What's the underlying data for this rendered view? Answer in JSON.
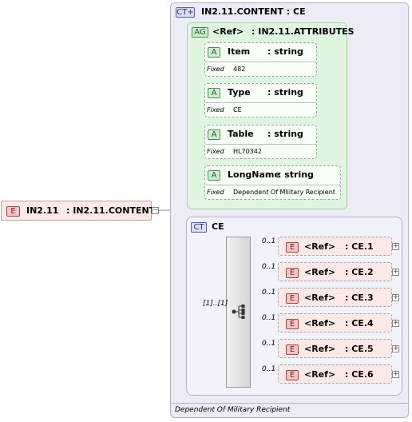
{
  "root": {
    "badge": "E",
    "name": "IN2.11",
    "type": ": IN2.11.CONTENT"
  },
  "complex_type": {
    "badge": "CT",
    "title": "IN2.11.CONTENT : CE",
    "annotation": "Dependent Of Military Recipient"
  },
  "attribute_group": {
    "badge": "AG",
    "ref": "<Ref>",
    "name": ": IN2.11.ATTRIBUTES",
    "attributes": [
      {
        "badge": "A",
        "name": "Item",
        "type": ": string",
        "fixed_label": "Fixed",
        "fixed_value": "482"
      },
      {
        "badge": "A",
        "name": "Type",
        "type": ": string",
        "fixed_label": "Fixed",
        "fixed_value": "CE"
      },
      {
        "badge": "A",
        "name": "Table",
        "type": ": string",
        "fixed_label": "Fixed",
        "fixed_value": "HL70342"
      },
      {
        "badge": "A",
        "name": "LongName",
        "type": ": string",
        "fixed_label": "Fixed",
        "fixed_value": "Dependent Of Military Recipient"
      }
    ]
  },
  "ce_type": {
    "badge": "CT",
    "name": "CE",
    "sequence_cardinality": "[1]..[1]",
    "elements": [
      {
        "badge": "E",
        "ref": "<Ref>",
        "name": ": CE.1",
        "cardinality": "0..1"
      },
      {
        "badge": "E",
        "ref": "<Ref>",
        "name": ": CE.2",
        "cardinality": "0..1"
      },
      {
        "badge": "E",
        "ref": "<Ref>",
        "name": ": CE.3",
        "cardinality": "0..1"
      },
      {
        "badge": "E",
        "ref": "<Ref>",
        "name": ": CE.4",
        "cardinality": "0..1"
      },
      {
        "badge": "E",
        "ref": "<Ref>",
        "name": ": CE.5",
        "cardinality": "0..1"
      },
      {
        "badge": "E",
        "ref": "<Ref>",
        "name": ": CE.6",
        "cardinality": "0..1"
      }
    ]
  }
}
